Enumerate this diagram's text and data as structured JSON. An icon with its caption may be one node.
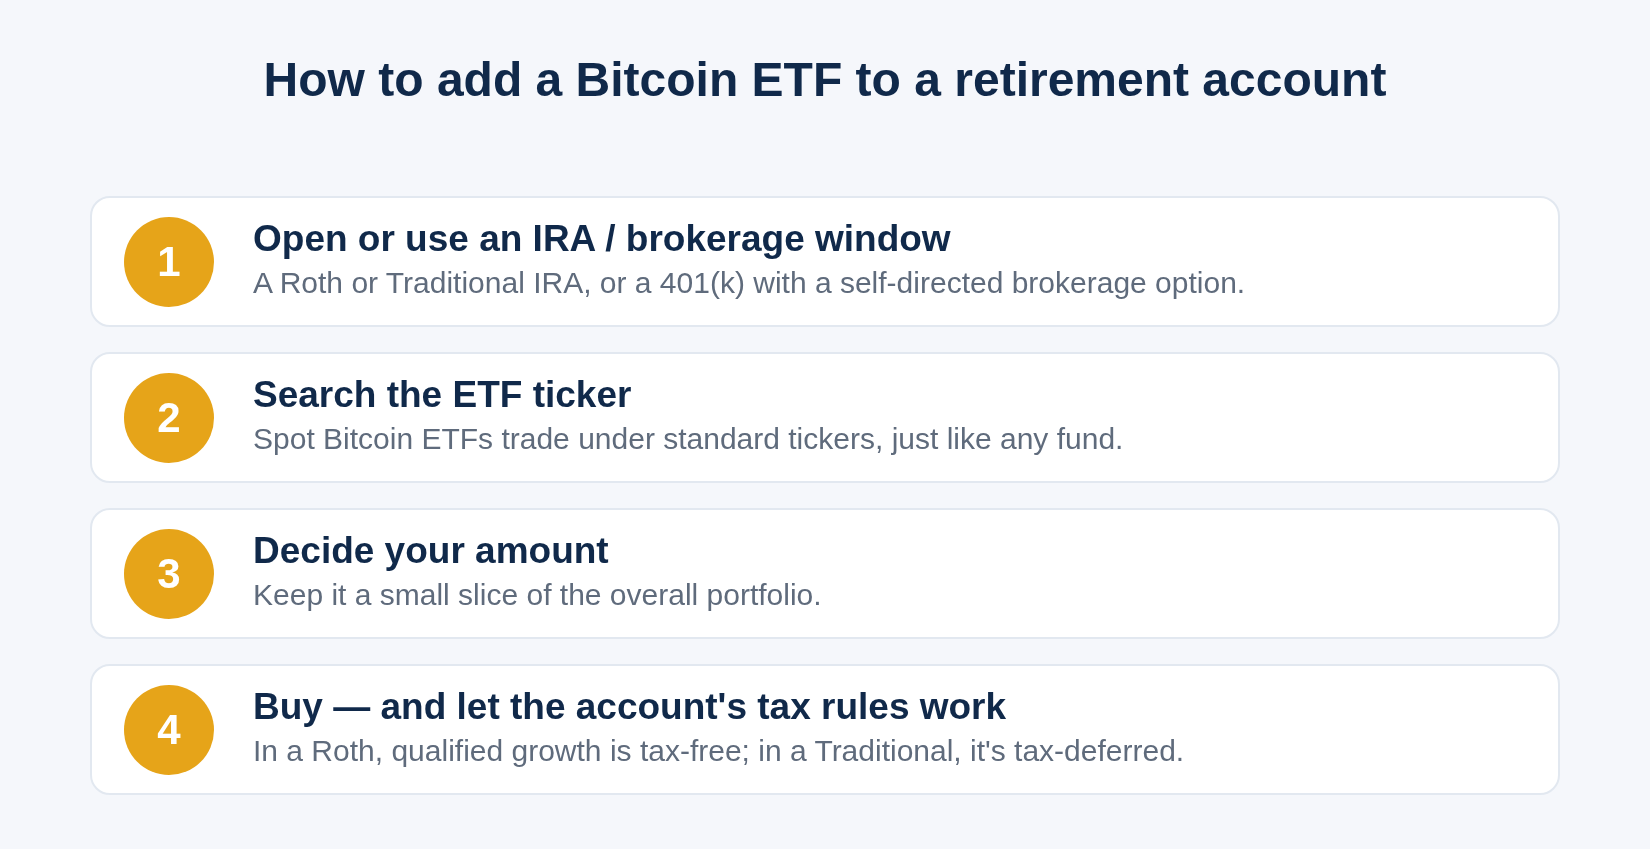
{
  "diagram": {
    "title": "How to add a Bitcoin ETF to a retirement account",
    "nodes": [
      {
        "text": [
          "Open or use an IRA / brokerage window",
          "A Roth or Traditional IRA, or a 401(k) with a self-directed brokerage option."
        ]
      },
      {
        "text": [
          "1"
        ],
        "in": 0
      },
      {
        "text": [
          "Search the ETF ticker",
          "Spot Bitcoin ETFs trade under standard tickers, just like any fund."
        ]
      },
      {
        "text": [
          "2"
        ],
        "in": 2
      },
      {
        "text": [
          "Decide your amount",
          "Keep it a small slice of the overall portfolio."
        ]
      },
      {
        "text": [
          "3"
        ],
        "in": 4
      },
      {
        "text": [
          "Buy — and let the account's tax rules work",
          "In a Roth, qualified growth is tax-free; in a Traditional, it's tax-deferred."
        ]
      },
      {
        "text": [
          "4"
        ],
        "in": 6
      }
    ],
    "edges": []
  }
}
